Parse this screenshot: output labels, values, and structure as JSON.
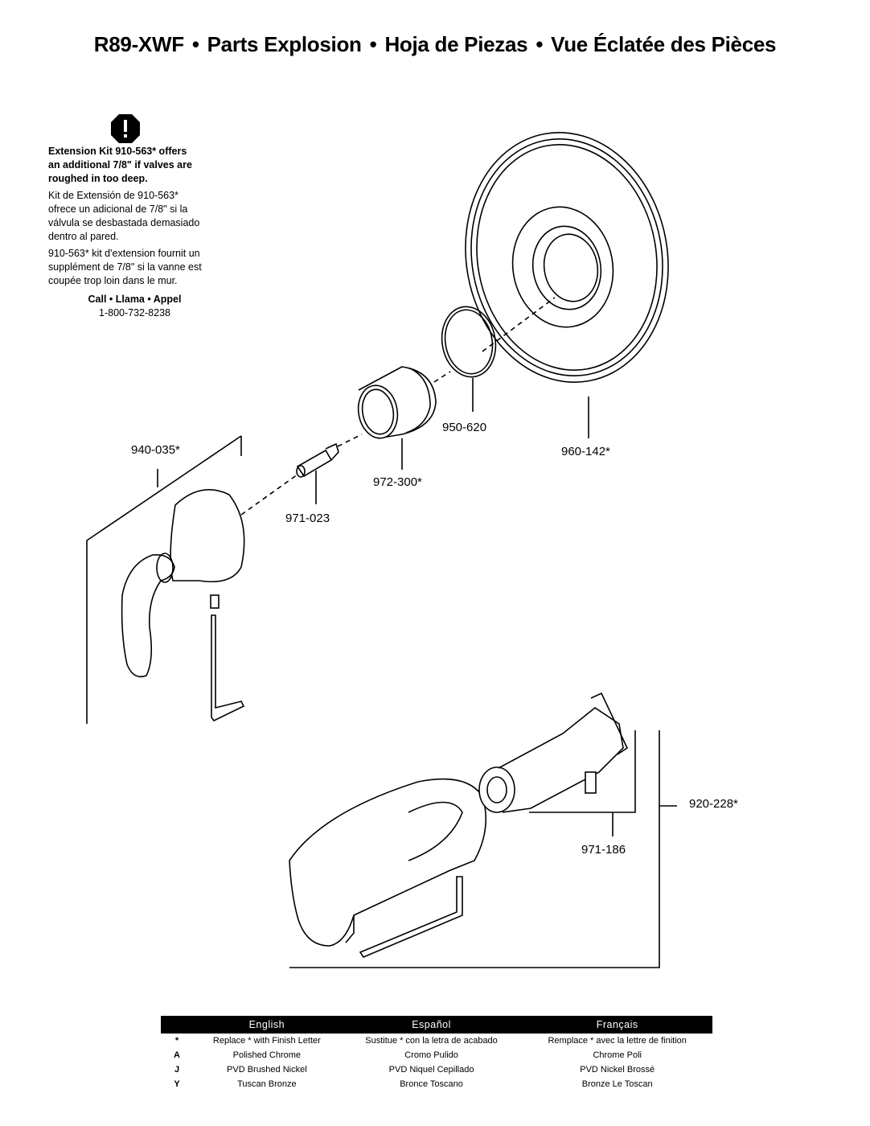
{
  "title": {
    "model": "R89-XWF",
    "en": "Parts Explosion",
    "es": "Hoja de Piezas",
    "fr": "Vue Éclatée des Pièces",
    "separator": "•"
  },
  "note": {
    "icon": "exclamation-octagon-icon",
    "en_line1": "Extension Kit 910-563* offers",
    "en_line2": "an additional 7/8\" if valves are",
    "en_line3": "roughed in too deep.",
    "es_line1": "Kit de Extensión de 910-563*",
    "es_line2": "ofrece un adicional de 7/8\" si la",
    "es_line3": "válvula se desbastada demasiado",
    "es_line4": "dentro al pared.",
    "fr_line1": "910-563* kit d'extension fournit un",
    "fr_line2": "supplément de 7/8\" si la vanne est",
    "fr_line3": "coupée trop loin dans le mur.",
    "call": "Call • Llama • Appel",
    "phone": "1-800-732-8238"
  },
  "parts": {
    "p940": "940-035*",
    "p971_023": "971-023",
    "p972": "972-300*",
    "p950": "950-620",
    "p960": "960-142*",
    "p971_186": "971-186",
    "p920": "920-228*"
  },
  "legend": {
    "headers": [
      "English",
      "Español",
      "Français"
    ],
    "rows": [
      {
        "code": "*",
        "en": "Replace * with Finish Letter",
        "es": "Sustitue * con la letra de acabado",
        "fr": "Remplace * avec la lettre de finition"
      },
      {
        "code": "A",
        "en": "Polished Chrome",
        "es": "Cromo Pulido",
        "fr": "Chrome Poli"
      },
      {
        "code": "J",
        "en": "PVD Brushed Nickel",
        "es": "PVD Niquel Cepillado",
        "fr": "PVD Nickel Brossé"
      },
      {
        "code": "Y",
        "en": "Tuscan Bronze",
        "es": "Bronce Toscano",
        "fr": "Bronze Le Toscan"
      }
    ]
  }
}
